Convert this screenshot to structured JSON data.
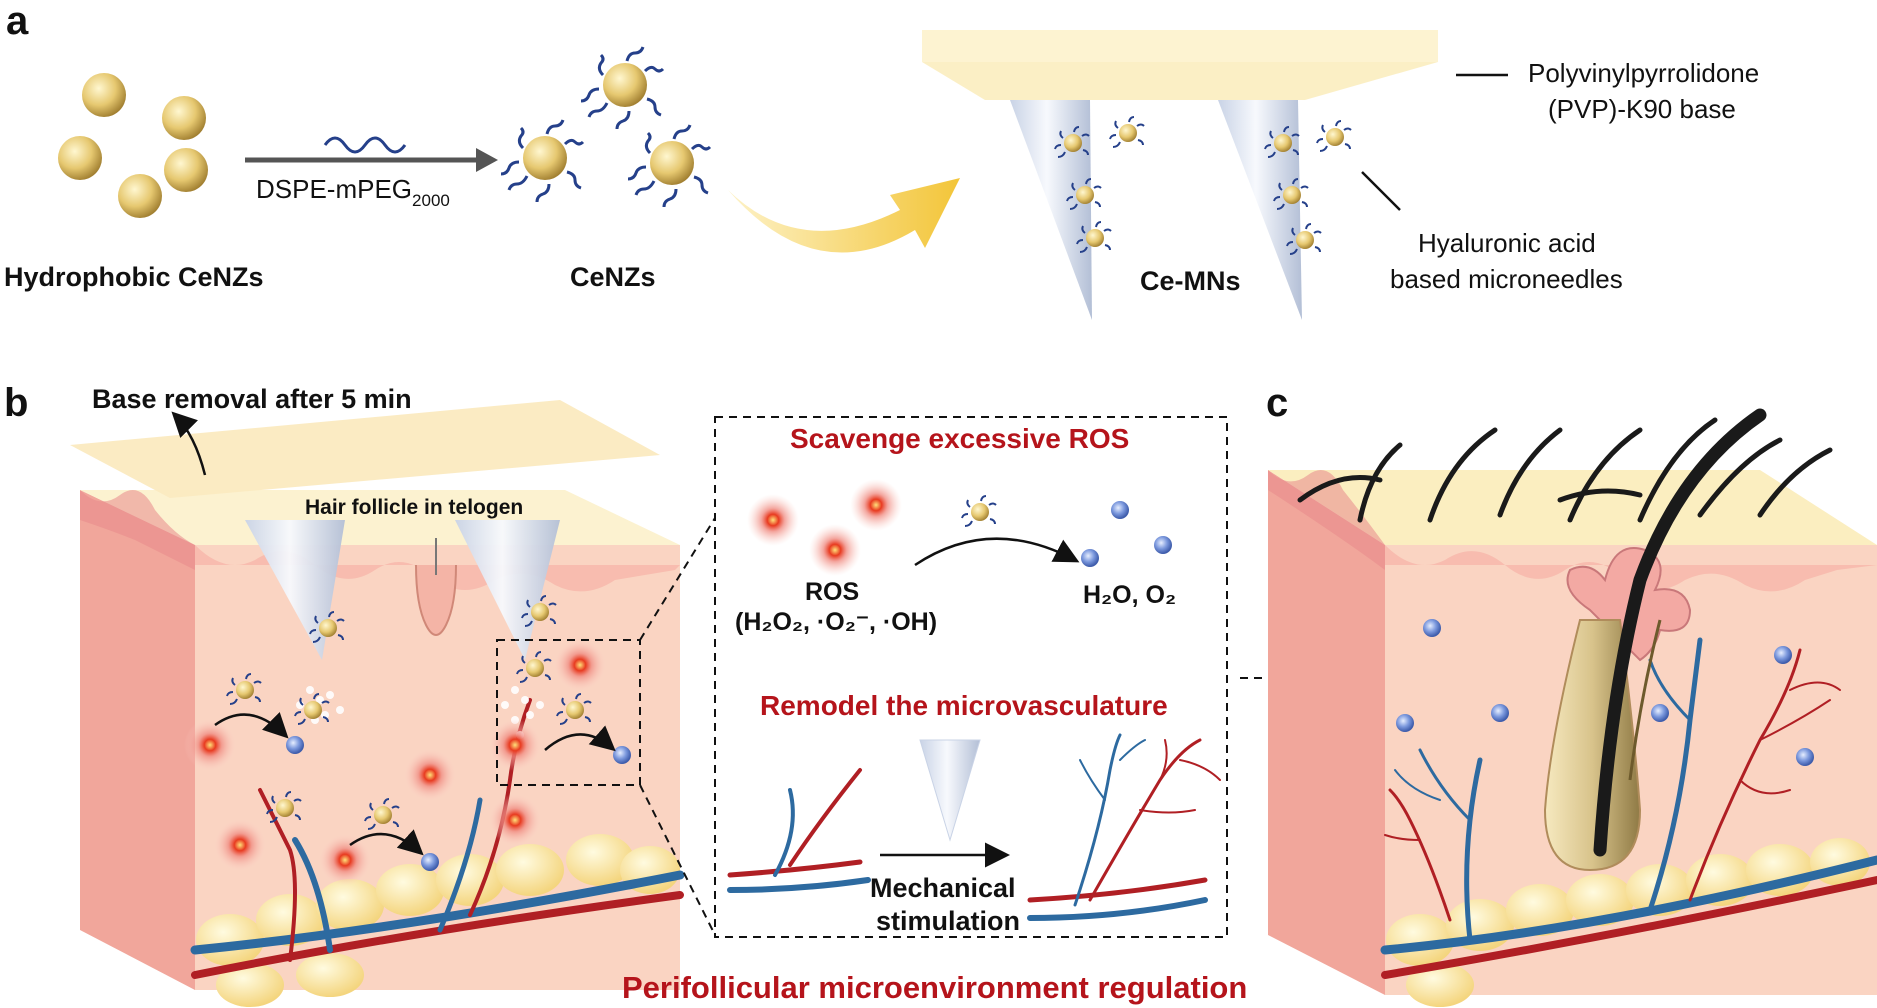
{
  "panels": {
    "a": "a",
    "b": "b",
    "c": "c"
  },
  "panel_a": {
    "label_hydrophobic": "Hydrophobic CeNZs",
    "label_reagent_main": "DSPE-mPEG",
    "label_reagent_sub": "2000",
    "label_cenzs": "CeNZs",
    "label_cemns": "Ce-MNs",
    "pvp_line1": "Polyvinylpyrrolidone",
    "pvp_line2": "(PVP)-K90 base",
    "ha_line1": "Hyaluronic acid",
    "ha_line2": "based microneedles"
  },
  "panel_b": {
    "base_removal": "Base removal after 5 min",
    "hair_follicle": "Hair follicle in telogen"
  },
  "inset": {
    "scavenge_title": "Scavenge excessive ROS",
    "ros_label": "ROS",
    "ros_species": "(H₂O₂, ·O₂⁻, ·OH)",
    "products": "H₂O, O₂",
    "remodel_title": "Remodel the microvasculature",
    "mech_line1": "Mechanical",
    "mech_line2": "stimulation"
  },
  "footer": "Perifollicular microenvironment regulation",
  "colors": {
    "accent_red": "#b5141b",
    "skin": "#f9cdb8",
    "skin_side": "#f1a69b",
    "base_film": "#fbeec0",
    "nanoparticle": "#e2c46a",
    "ros": "#e0311f",
    "product": "#5c7ccb",
    "vessel_red": "#b01f24",
    "vessel_blue": "#2d6aa0"
  }
}
